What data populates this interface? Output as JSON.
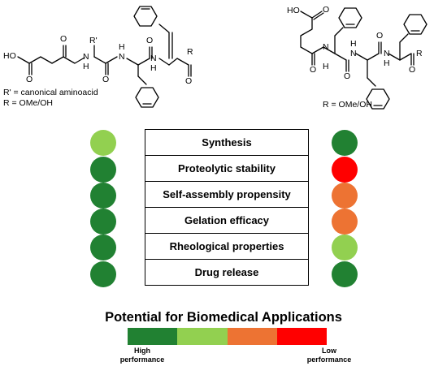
{
  "structures": {
    "left": {
      "labels": {
        "ho": "HO",
        "o": "O",
        "n": "N",
        "h": "H",
        "rprime": "R'",
        "r": "R"
      },
      "legend_line1": "R' = canonical aminoacid",
      "legend_line2": "R = OMe/OH"
    },
    "right": {
      "labels": {
        "ho": "HO",
        "o": "O",
        "n": "N",
        "h": "H",
        "r": "R"
      },
      "legend": "R = OMe/OH"
    }
  },
  "properties": [
    {
      "label": "Synthesis",
      "left_color": "#92D050",
      "right_color": "#218132"
    },
    {
      "label": "Proteolytic stability",
      "left_color": "#218132",
      "right_color": "#FF0000"
    },
    {
      "label": "Self-assembly propensity",
      "left_color": "#218132",
      "right_color": "#ED7333"
    },
    {
      "label": "Gelation efficacy",
      "left_color": "#218132",
      "right_color": "#ED7333"
    },
    {
      "label": "Rheological properties",
      "left_color": "#218132",
      "right_color": "#92D050"
    },
    {
      "label": "Drug release",
      "left_color": "#218132",
      "right_color": "#218132"
    }
  ],
  "legend": {
    "title": "Potential for Biomedical Applications",
    "scale_colors": [
      "#218132",
      "#92D050",
      "#ED7333",
      "#FF0000"
    ],
    "high_label_1": "High",
    "high_label_2": "performance",
    "low_label_1": "Low",
    "low_label_2": "performance"
  }
}
